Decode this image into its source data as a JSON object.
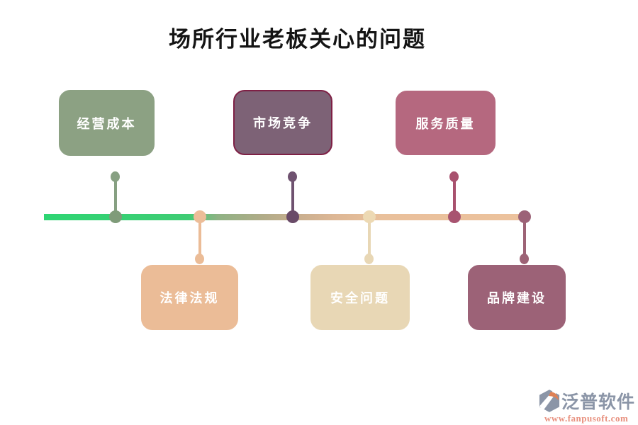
{
  "title": "场所行业老板关心的问题",
  "items": [
    {
      "label": "经营成本",
      "position": "top",
      "box_color": "#8CA183",
      "node_color": "#7F9B79",
      "accent_color": "#87A082",
      "border_color": "#8CA183",
      "text_color": "#FFFFFF"
    },
    {
      "label": "法律法规",
      "position": "bottom",
      "box_color": "#EBBC97",
      "node_color": "#ECBD98",
      "accent_color": "#EBBC97",
      "border_color": "#EBBC97",
      "text_color": "#FFFFFF"
    },
    {
      "label": "市场竞争",
      "position": "top",
      "box_color": "#7D6276",
      "node_color": "#6A4B68",
      "accent_color": "#6F5270",
      "border_color": "#7E2045",
      "text_color": "#FFFFFF"
    },
    {
      "label": "安全问题",
      "position": "bottom",
      "box_color": "#E8D7B5",
      "node_color": "#EDD9B3",
      "accent_color": "#E8D7B5",
      "border_color": "#E8D7B5",
      "text_color": "#FFFFFF"
    },
    {
      "label": "服务质量",
      "position": "top",
      "box_color": "#B5687F",
      "node_color": "#A85470",
      "accent_color": "#A8516E",
      "border_color": "#B5687F",
      "text_color": "#FFFFFF"
    },
    {
      "label": "品牌建设",
      "position": "bottom",
      "box_color": "#9C6277",
      "node_color": "#9C6277",
      "accent_color": "#9D6376",
      "border_color": "#9C6277",
      "text_color": "#FFFFFF"
    }
  ],
  "timeline": {
    "gradient": [
      "#2ED573",
      "#3FCC74",
      "#8FB284",
      "#B0AC88",
      "#C7AE8E",
      "#DDB795",
      "#E9C09B",
      "#ECC29D"
    ],
    "gradient_stops": [
      0,
      30,
      36,
      45,
      52,
      60,
      70,
      100
    ]
  },
  "logo": {
    "name": "泛普软件",
    "url": "www.fanpusoft.com",
    "brand_color": "#8B95A7",
    "url_color": "#E8907E",
    "icon_accent": "#DE8156"
  }
}
